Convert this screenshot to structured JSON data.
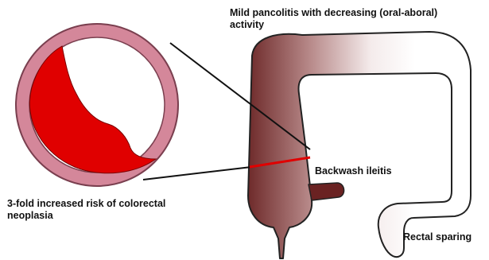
{
  "labels": {
    "title_line1": "Mild pancolitis with decreasing (oral-aboral)",
    "title_line2": "activity",
    "risk_line1": "3-fold increased risk of colorectal",
    "risk_line2": "neoplasia",
    "backwash": "Backwash ileitis",
    "rectal": "Rectal sparing"
  },
  "colors": {
    "wall_pink": "#d4879a",
    "wall_outline": "#7a3f4f",
    "inflammation_red": "#e00000",
    "colon_dark": "#6e2a2a",
    "colon_light": "#ffffff",
    "ileum": "#6a2222",
    "cross_section_line": "#e00000",
    "connector_line": "#111111"
  }
}
